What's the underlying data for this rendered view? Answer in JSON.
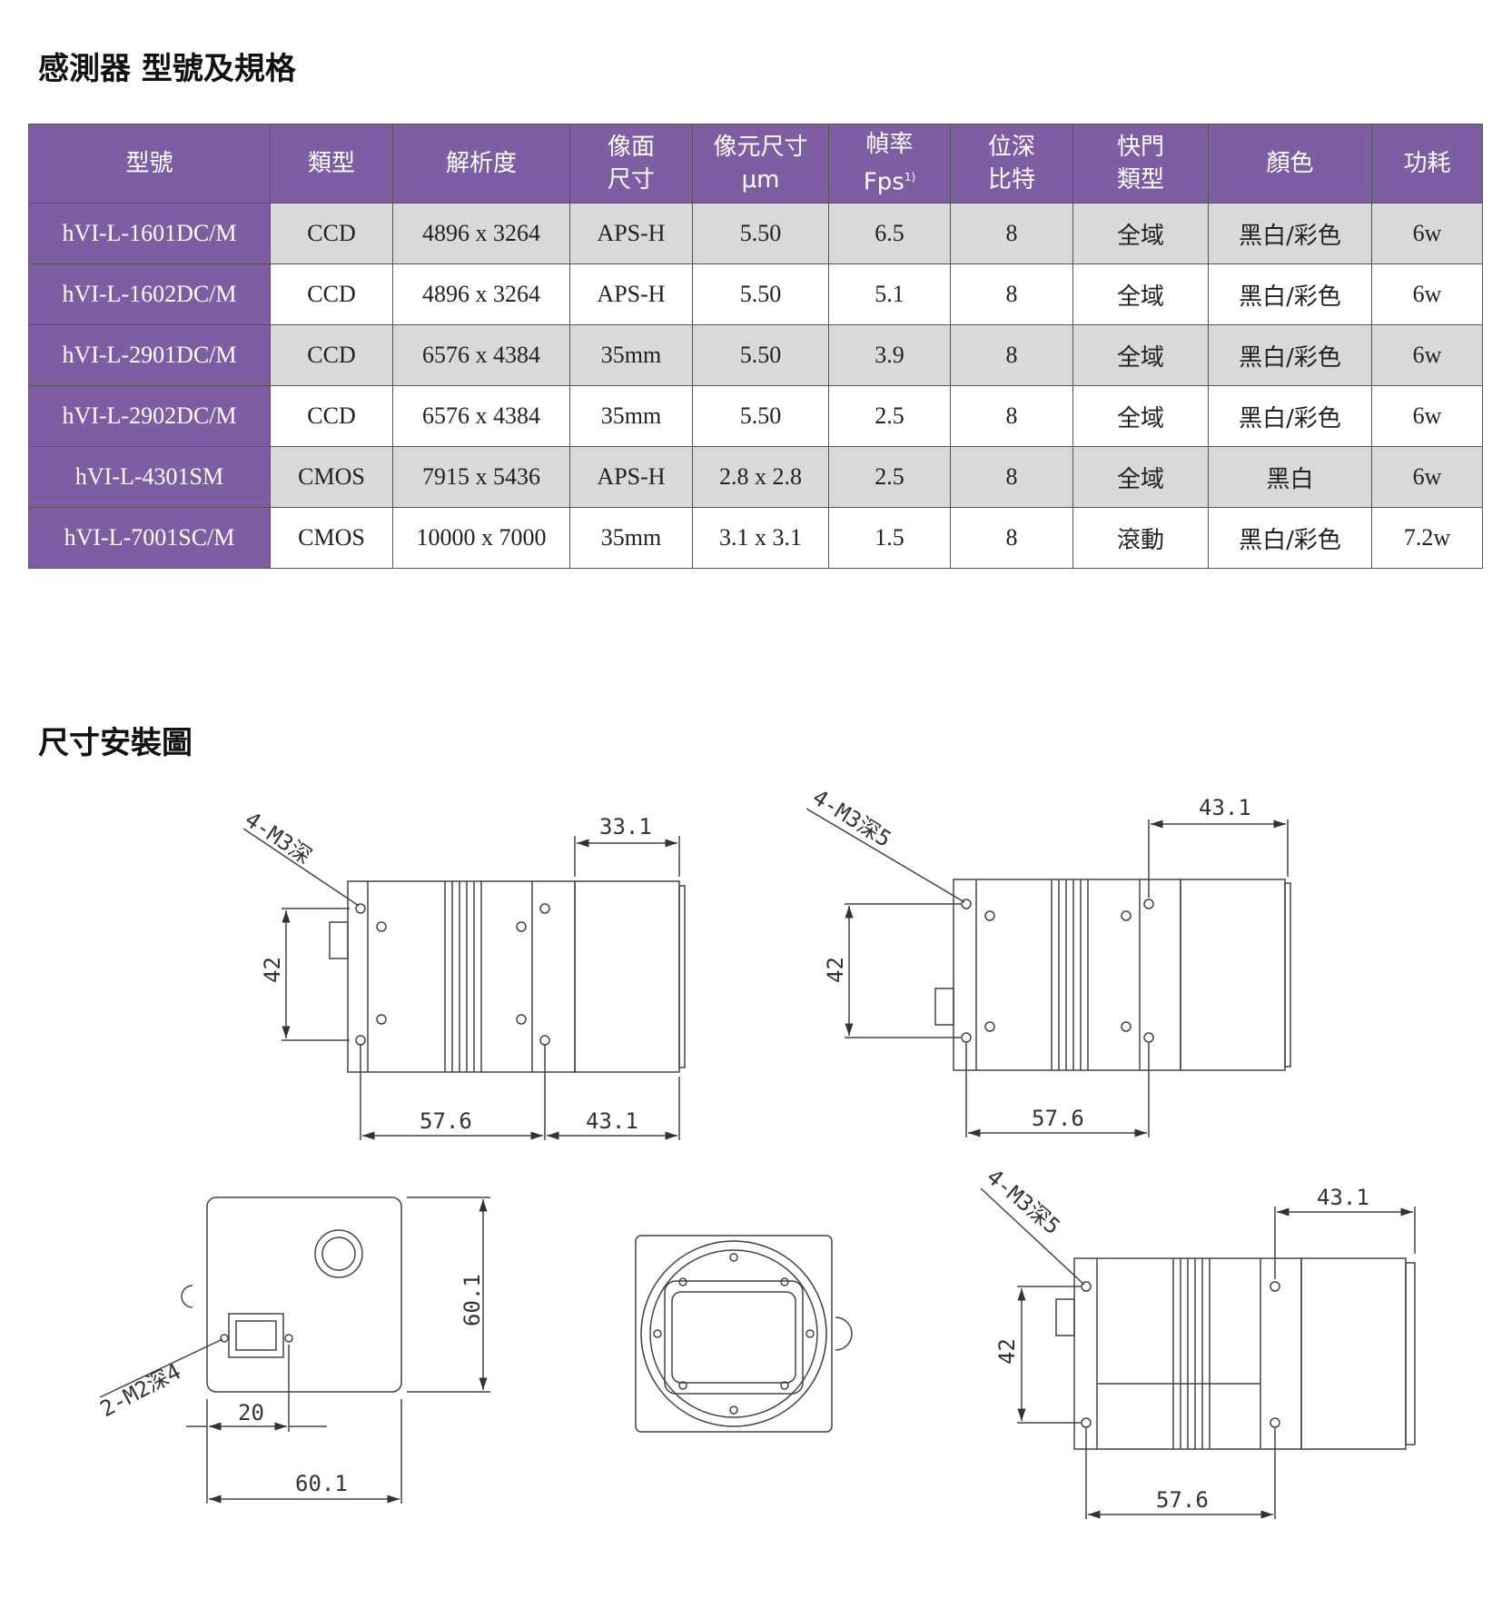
{
  "section_specs_title": "感測器 型號及規格",
  "section_dims_title": "尺寸安裝圖",
  "table": {
    "headers": [
      {
        "line1": "型號",
        "line2": ""
      },
      {
        "line1": "類型",
        "line2": ""
      },
      {
        "line1": "解析度",
        "line2": ""
      },
      {
        "line1": "像面",
        "line2": "尺寸"
      },
      {
        "line1": "像元尺寸",
        "line2": "μm"
      },
      {
        "line1": "幀率",
        "line2": "Fps",
        "sup": "1)"
      },
      {
        "line1": "位深",
        "line2": "比特"
      },
      {
        "line1": "快門",
        "line2": "類型"
      },
      {
        "line1": "顏色",
        "line2": ""
      },
      {
        "line1": "功耗",
        "line2": ""
      }
    ],
    "rows": [
      [
        "hVI-L-1601DC/M",
        "CCD",
        "4896 x 3264",
        "APS-H",
        "5.50",
        "6.5",
        "8",
        "全域",
        "黑白/彩色",
        "6w"
      ],
      [
        "hVI-L-1602DC/M",
        "CCD",
        "4896 x 3264",
        "APS-H",
        "5.50",
        "5.1",
        "8",
        "全域",
        "黑白/彩色",
        "6w"
      ],
      [
        "hVI-L-2901DC/M",
        "CCD",
        "6576 x 4384",
        "35mm",
        "5.50",
        "3.9",
        "8",
        "全域",
        "黑白/彩色",
        "6w"
      ],
      [
        "hVI-L-2902DC/M",
        "CCD",
        "6576 x 4384",
        "35mm",
        "5.50",
        "2.5",
        "8",
        "全域",
        "黑白/彩色",
        "6w"
      ],
      [
        "hVI-L-4301SM",
        "CMOS",
        "7915 x 5436",
        "APS-H",
        "2.8 x 2.8",
        "2.5",
        "8",
        "全域",
        "黑白",
        "6w"
      ],
      [
        "hVI-L-7001SC/M",
        "CMOS",
        "10000 x 7000",
        "35mm",
        "3.1 x 3.1",
        "1.5",
        "8",
        "滾動",
        "黑白/彩色",
        "7.2w"
      ]
    ]
  },
  "dimensions": {
    "view1": {
      "thread": "4-M3深",
      "top": "33.1",
      "height": "42",
      "bottom_left": "57.6",
      "bottom_right": "43.1"
    },
    "view2": {
      "thread": "4-M3深5",
      "top": "43.1",
      "height": "42",
      "bottom": "57.6"
    },
    "view3": {
      "thread": "2-M2深4",
      "height": "60.1",
      "inner": "20",
      "width": "60.1"
    },
    "view5": {
      "thread": "4-M3深5",
      "top": "43.1",
      "height": "42",
      "bottom": "57.6"
    }
  }
}
